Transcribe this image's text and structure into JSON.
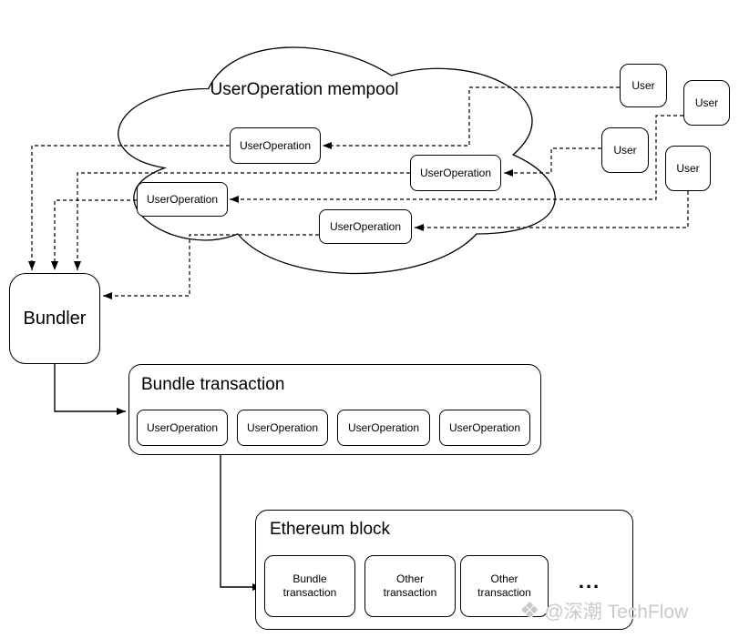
{
  "mempool": {
    "title": "UserOperation mempool",
    "nodes": [
      {
        "label": "UserOperation"
      },
      {
        "label": "UserOperation"
      },
      {
        "label": "UserOperation"
      },
      {
        "label": "UserOperation"
      }
    ]
  },
  "users": [
    {
      "label": "User"
    },
    {
      "label": "User"
    },
    {
      "label": "User"
    },
    {
      "label": "User"
    }
  ],
  "bundler": {
    "label": "Bundler"
  },
  "bundle_transaction": {
    "title": "Bundle transaction",
    "items": [
      {
        "label": "UserOperation"
      },
      {
        "label": "UserOperation"
      },
      {
        "label": "UserOperation"
      },
      {
        "label": "UserOperation"
      }
    ]
  },
  "ethereum_block": {
    "title": "Ethereum block",
    "items": [
      {
        "label": "Bundle transaction"
      },
      {
        "label": "Other transaction"
      },
      {
        "label": "Other transaction"
      }
    ],
    "ellipsis": "..."
  },
  "watermark": {
    "icon": "❖",
    "text": "@深潮 TechFlow"
  },
  "colors": {
    "background": "#ffffff",
    "stroke": "#000000",
    "text": "#000000",
    "watermark": "#c9c9c9"
  }
}
